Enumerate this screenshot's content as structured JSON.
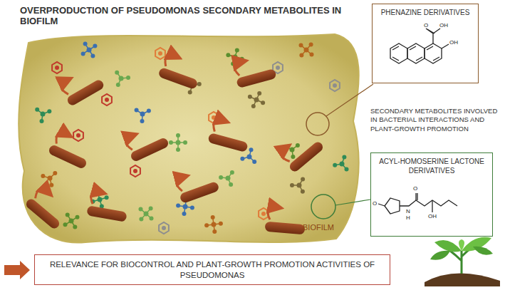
{
  "diagram": {
    "title": "OVERPRODUCTION OF PSEUDOMONAS SECONDARY METABOLITES IN BIOFILM",
    "nodes": [
      {
        "text": [
          "PHENAZINE DERIVATIVES"
        ]
      },
      {
        "text": [
          "ACYL-HOMOSERINE LACTONE DERIVATIVES"
        ]
      },
      {
        "text": [
          "RELEVANCE FOR BIOCONTROL AND PLANT-GROWTH PROMOTION ACTIVITIES OF PSEUDOMONAS"
        ]
      }
    ],
    "labels": [
      "SECONDARY METABOLITES INVOLVED IN BACTERIAL INTERACTIONS AND PLANT-GROWTH PROMOTION",
      "BIOFILM",
      "O",
      "OH",
      "OH",
      "O",
      "O",
      "N",
      "H",
      "OH"
    ]
  }
}
